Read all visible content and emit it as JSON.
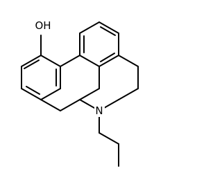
{
  "molecule": {
    "atoms": {
      "hydroxyl": "OH",
      "nitrogen": "N"
    },
    "ring_count": 4,
    "substituents": [
      "hydroxyl",
      "n-propyl"
    ]
  }
}
